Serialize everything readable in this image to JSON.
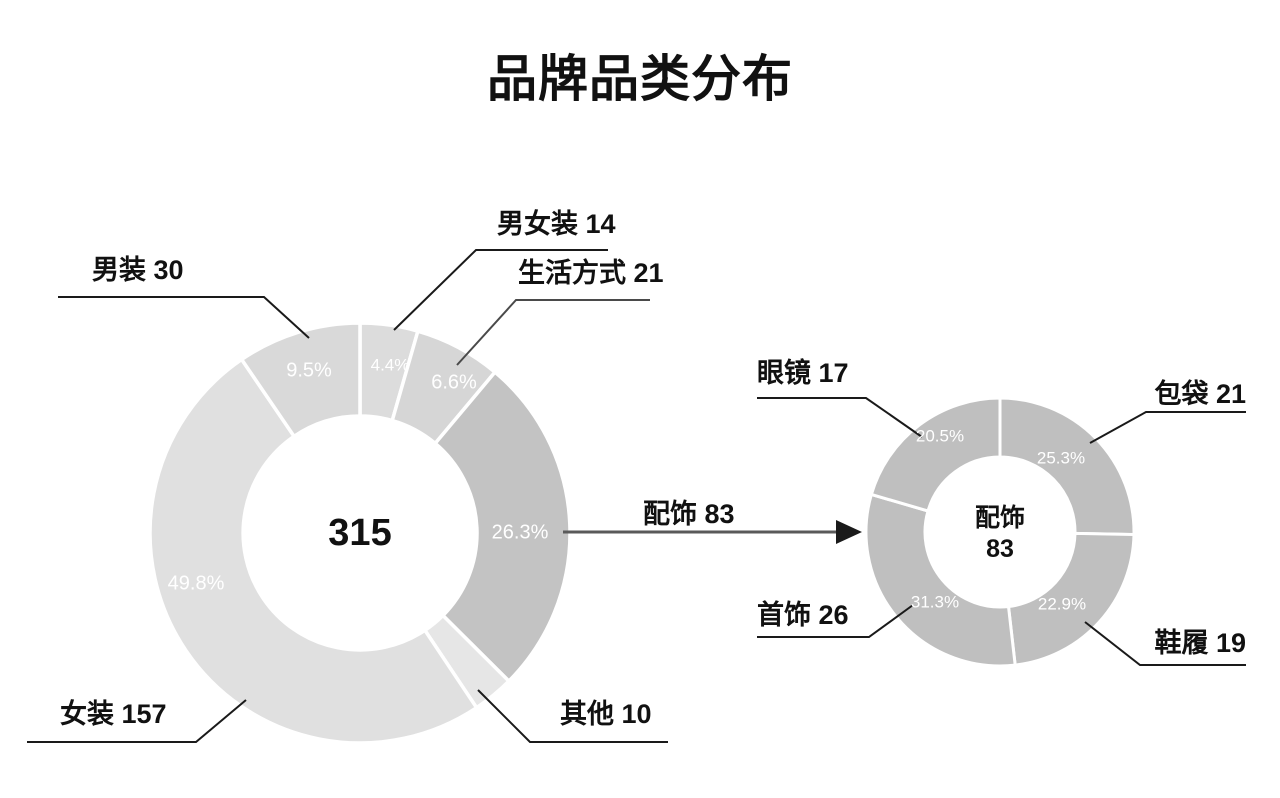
{
  "title": "品牌品类分布",
  "colors": {
    "background": "#ffffff",
    "text": "#111111",
    "leader": "#1a1a1a",
    "arrow": "#5a5a5a",
    "segment_light": "#e0e0e0",
    "segment_mid": "#d8d8d8",
    "segment_dark": "#c3c3c3",
    "right_segment": "#bfbfbf",
    "slice_divider": "#ffffff",
    "pct_text": "#ffffff"
  },
  "left_chart": {
    "center_value": "315",
    "callouts": [
      {
        "name": "menswear",
        "label": "男装 30",
        "align": "left"
      },
      {
        "name": "unisex",
        "label": "男女装 14",
        "align": "left"
      },
      {
        "name": "lifestyle",
        "label": "生活方式 21",
        "align": "left"
      },
      {
        "name": "womenswear",
        "label": "女装 157",
        "align": "left"
      },
      {
        "name": "other",
        "label": "其他 10",
        "align": "left"
      }
    ]
  },
  "arrow": {
    "label": "配饰 83"
  },
  "right_chart": {
    "center_name": "配饰",
    "center_value": "83",
    "callouts": [
      {
        "name": "eyewear",
        "label": "眼镜 17",
        "align": "left"
      },
      {
        "name": "bags",
        "label": "包袋 21",
        "align": "right"
      },
      {
        "name": "jewelry",
        "label": "首饰 26",
        "align": "left"
      },
      {
        "name": "footwear",
        "label": "鞋履 19",
        "align": "right"
      }
    ]
  },
  "chart_data": [
    {
      "type": "pie",
      "id": "brand-category-donut",
      "title": "品牌品类分布",
      "subtitle": "",
      "donut": true,
      "total": 315,
      "center_text": "315",
      "start_angle_deg": 0,
      "direction": "clockwise",
      "legend": "callout-labels",
      "grid": false,
      "labels": [
        "男女装",
        "生活方式",
        "配饰",
        "其他",
        "女装",
        "男装"
      ],
      "values": [
        14,
        21,
        83,
        10,
        157,
        30
      ],
      "percents": [
        4.4,
        6.6,
        26.3,
        3.2,
        49.8,
        9.5
      ],
      "percent_labels": [
        "4.4%",
        "6.6%",
        "26.3%",
        "",
        "49.8%",
        "9.5%"
      ],
      "slice_colors": [
        "#dcdcdc",
        "#d6d6d6",
        "#c3c3c3",
        "#e6e6e6",
        "#e0e0e0",
        "#d9d9d9"
      ],
      "annotations": [
        "男装 30",
        "男女装 14",
        "生活方式 21",
        "女装 157",
        "其他 10",
        "配饰 83"
      ]
    },
    {
      "type": "pie",
      "id": "accessories-donut",
      "title": "配饰",
      "subtitle": "",
      "donut": true,
      "total": 83,
      "center_text": "配饰 83",
      "start_angle_deg": 0,
      "direction": "clockwise",
      "legend": "callout-labels",
      "grid": false,
      "labels": [
        "包袋",
        "鞋履",
        "首饰",
        "眼镜"
      ],
      "values": [
        21,
        19,
        26,
        17
      ],
      "percents": [
        25.3,
        22.9,
        31.3,
        20.5
      ],
      "percent_labels": [
        "25.3%",
        "22.9%",
        "31.3%",
        "20.5%"
      ],
      "slice_colors": [
        "#bfbfbf",
        "#bfbfbf",
        "#bfbfbf",
        "#bfbfbf"
      ],
      "annotations": [
        "眼镜 17",
        "包袋 21",
        "首饰 26",
        "鞋履 19"
      ]
    }
  ]
}
